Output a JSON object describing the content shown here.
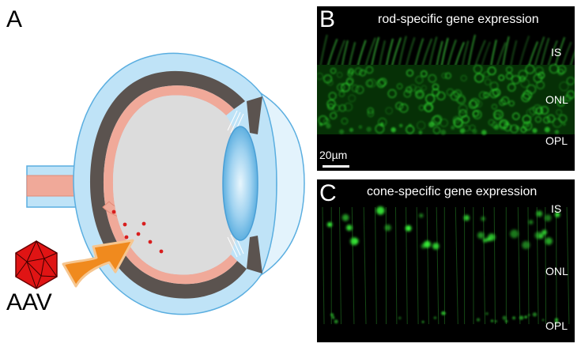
{
  "panel_a": {
    "letter": "A",
    "vector_label": "AAV"
  },
  "panel_b": {
    "letter": "B",
    "title": "rod-specific gene expression",
    "layers": [
      "IS",
      "ONL",
      "OPL"
    ],
    "scale_bar": "20µm"
  },
  "panel_c": {
    "letter": "C",
    "title": "cone-specific gene expression",
    "layers": [
      "IS",
      "ONL",
      "OPL"
    ]
  },
  "colors": {
    "fluorescence": "#2fd62f",
    "sclera": "#bfe3f7",
    "choroid": "#5b534f",
    "retina": "#f0a999",
    "vitreous": "#dcdcdc",
    "vector_red": "#e01414",
    "arrow_orange": "#f08a1e"
  }
}
